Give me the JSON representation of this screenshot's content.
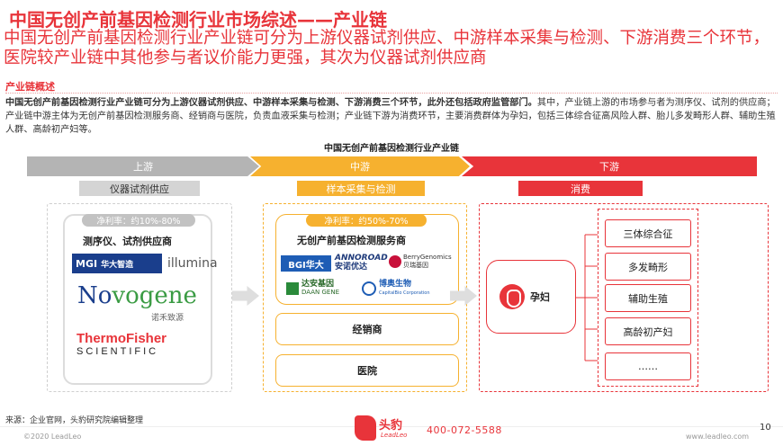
{
  "title": "中国无创产前基因检测行业市场综述——产业链",
  "subtitle": "中国无创产前基因检测行业产业链可分为上游仪器试剂供应、中游样本采集与检测、下游消费三个环节，医院较产业链中其他参与者议价能力更强，其次为仪器试剂供应商",
  "section_heading": "产业链概述",
  "intro_bold": "中国无创产前基因检测行业产业链可分为上游仪器试剂供应、中游样本采集与检测、下游消费三个环节，此外还包括政府监管部门。",
  "intro_rest": "其中，产业链上游的市场参与者为测序仪、试剂的供应商；产业链中游主体为无创产前基因检测服务商、经销商与医院，负责血液采集与检测；产业链下游为消费环节，主要消费群体为孕妇，包括三体综合征高风险人群、胎儿多发畸形人群、辅助生殖人群、高龄初产妇等。",
  "diagram_title": "中国无创产前基因检测行业产业链",
  "stages": {
    "upstream": {
      "label": "上游",
      "category": "仪器试剂供应"
    },
    "midstream": {
      "label": "中游",
      "category": "样本采集与检测"
    },
    "downstream": {
      "label": "下游",
      "category": "消费"
    }
  },
  "upstream_panel": {
    "margin": "净利率：约10%-80%",
    "heading": "测序仪、试剂供应商",
    "logos": {
      "mgi_en": "MGI",
      "mgi_cn": "华大智造",
      "illumina": "illumina",
      "novogene_n": "No",
      "novogene_rest": "vogene",
      "novogene_cn": "诺禾致源",
      "thermo_top": "ThermoFisher",
      "thermo_bottom": "SCIENTIFIC"
    }
  },
  "midstream_panel": {
    "margin": "净利率：约50%-70%",
    "heading": "无创产前基因检测服务商",
    "logos": {
      "bgi": "BGI华大",
      "annoroad_en": "ANNOROAD",
      "annoroad_cn": "安诺优达",
      "berry_en": "BerryGenomics",
      "berry_cn": "贝瑞基因",
      "daan_cn": "达安基因",
      "daan_en": "DAAN GENE",
      "cap_cn": "博奥生物",
      "cap_en": "CapitalBio Corporation"
    },
    "distributor": "经销商",
    "hospital": "医院"
  },
  "downstream_panel": {
    "consumer": "孕妇",
    "groups": [
      "三体综合征",
      "多发畸形",
      "辅助生殖",
      "高龄初产妇",
      "……"
    ]
  },
  "footer": {
    "source": "来源：企业官网，头豹研究院编辑整理",
    "copyright": "©2020 LeadLeo",
    "brand": "头豹",
    "brand_en": "LeadLeo",
    "phone": "400-072-5588",
    "site": "www.leadleo.com",
    "page": "10"
  },
  "colors": {
    "accent_red": "#e8343a",
    "mid_orange": "#f6b12f",
    "up_gray": "#b4b4b4"
  }
}
